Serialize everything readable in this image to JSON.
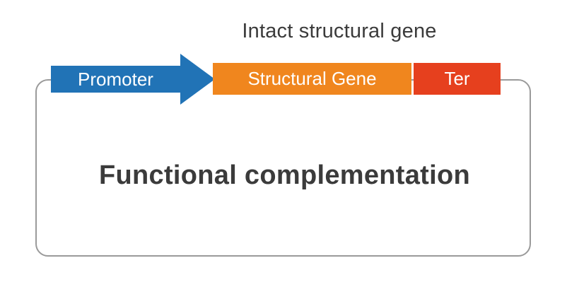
{
  "diagram": {
    "title": "Intact structural gene",
    "promoter": {
      "label": "Promoter"
    },
    "structural_gene": {
      "label": "Structural Gene"
    },
    "terminator": {
      "label": "Ter"
    },
    "panel": {
      "label": "Functional complementation"
    }
  },
  "colors": {
    "promoter_blue": "#2173B6",
    "gene_orange": "#F0861E",
    "terminator_red": "#E6401E",
    "outline_gray": "#9a9a9a",
    "text_dark": "#3b3b3b"
  }
}
